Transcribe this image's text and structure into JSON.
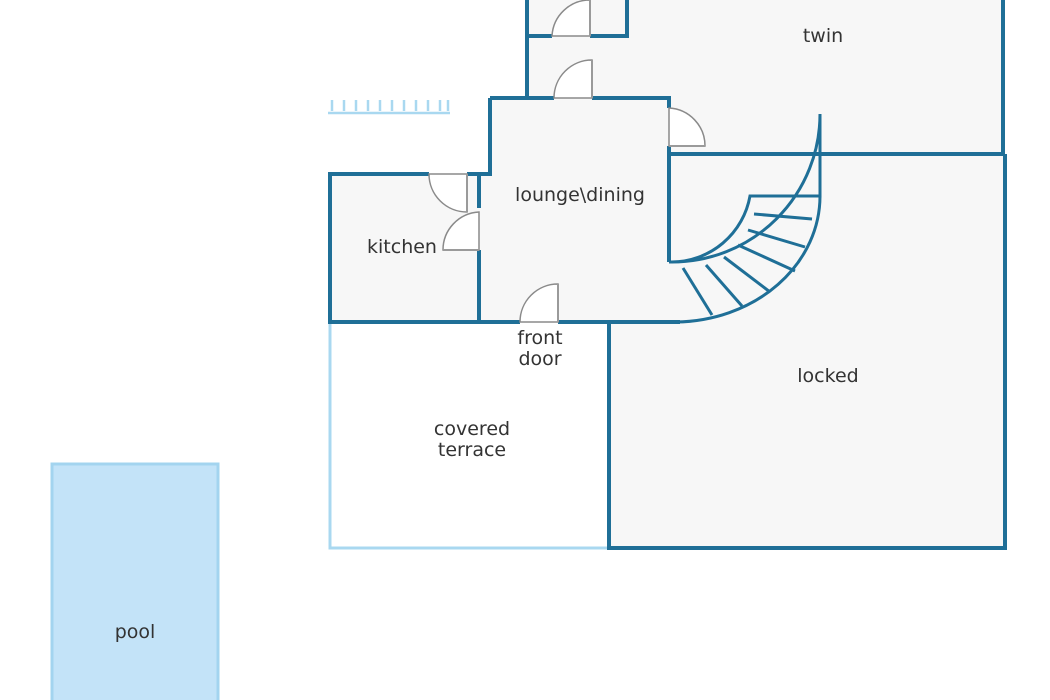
{
  "colors": {
    "wall": "#1f6f97",
    "room_fill": "#f7f7f7",
    "door": "#9a9a9a",
    "outdoor_line": "#a9d8f0",
    "pool_fill": "#c3e3f8",
    "pool_border": "#a3d4ef",
    "text": "#333333"
  },
  "rooms": {
    "twin": "twin",
    "lounge_dining": "lounge\\dining",
    "kitchen": "kitchen",
    "locked": "locked",
    "covered_terrace_line1": "covered",
    "covered_terrace_line2": "terrace",
    "front_door_line1": "front",
    "front_door_line2": "door",
    "pool": "pool"
  },
  "icons": {
    "staircase": "spiral-staircase-icon",
    "railing": "railing-icon",
    "door": "door-swing-icon"
  }
}
